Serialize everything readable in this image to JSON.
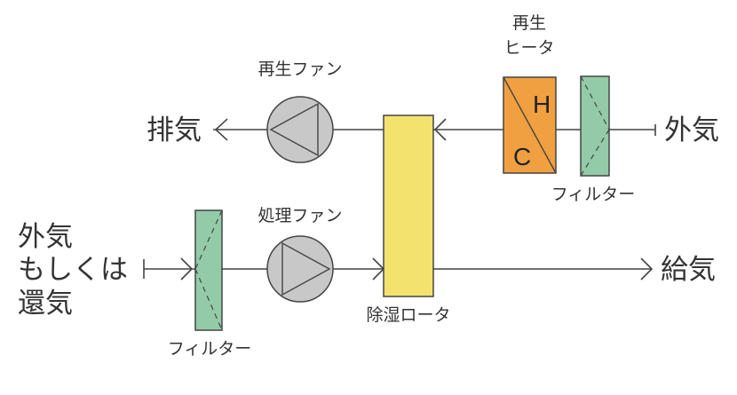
{
  "labels": {
    "regen_heater_line1": "再生",
    "regen_heater_line2": "ヒータ",
    "regen_fan": "再生ファン",
    "exhaust": "排気",
    "outside_air_right": "外気",
    "filter_top": "フィルター",
    "process_fan": "処理ファン",
    "input_line1": "外気",
    "input_line2": "もしくは",
    "input_line3": "還気",
    "supply_air": "給気",
    "rotor": "除湿ロータ",
    "filter_bottom": "フィルター",
    "heater_h": "H",
    "heater_c": "C"
  },
  "colors": {
    "heater": "#f0a040",
    "filter": "#93cba8",
    "rotor": "#f3e26e",
    "fan": "#c8c8c8",
    "line": "#444444"
  }
}
